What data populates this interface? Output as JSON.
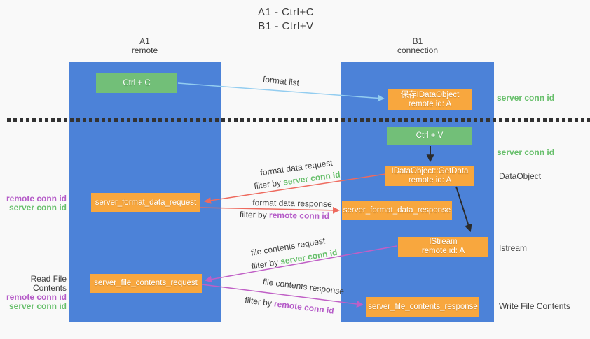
{
  "title": {
    "line1": "A1 - Ctrl+C",
    "line2": "B1 - Ctrl+V"
  },
  "columns": {
    "left": {
      "name": "A1",
      "sub": "remote"
    },
    "right": {
      "name": "B1",
      "sub": "connection"
    }
  },
  "nodes": {
    "ctrl_c": {
      "label": "Ctrl + C"
    },
    "save_dataobject": {
      "line1": "保存IDataObject",
      "line2": "remote id: A"
    },
    "ctrl_v": {
      "label": "Ctrl + V"
    },
    "getdata": {
      "line1": "IDataObject::GetData",
      "line2": "remote id: A"
    },
    "server_format_data_request": {
      "label": "server_format_data_request"
    },
    "server_format_data_response": {
      "label": "server_format_data_response"
    },
    "istream": {
      "line1": "IStream",
      "line2": "remote id: A"
    },
    "server_file_contents_request": {
      "label": "server_file_contents_request"
    },
    "server_file_contents_response": {
      "label": "server_file_contents_response"
    }
  },
  "flow_labels": {
    "format_list": "format list",
    "format_data_request": "format data request",
    "format_data_response": "format data response",
    "file_contents_request": "file contents request",
    "file_contents_response": "file contents response",
    "filter_by": "filter by ",
    "server_conn_id": "server conn id",
    "remote_conn_id": "remote conn id"
  },
  "side_labels": {
    "server_conn_id_top": "server conn id",
    "server_conn_id_mid": "server conn id",
    "dataobject": "DataObject",
    "istream": "Istream",
    "write_file_contents": "Write File Contents",
    "read_file_contents": "Read File Contents",
    "remote_conn_id": "remote conn id",
    "server_conn_id": "server conn id"
  },
  "colors": {
    "column_blue": "#4c82d8",
    "node_green": "#72bf78",
    "node_orange": "#f8a73e",
    "arrow_light_blue": "#93cdf0",
    "arrow_red": "#ee6a5e",
    "arrow_magenta": "#c05fc6",
    "arrow_black": "#2b2b2b",
    "text_green": "#67bf6b",
    "text_purple": "#b55bc8"
  }
}
